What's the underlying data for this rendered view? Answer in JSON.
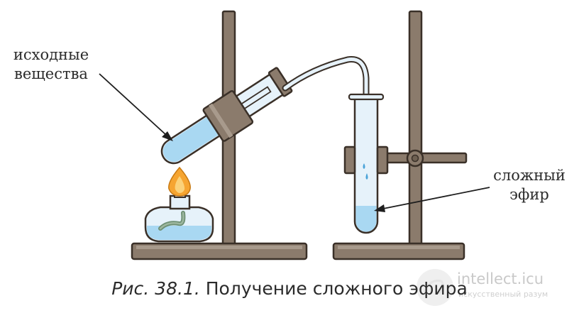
{
  "labels": {
    "reactants": [
      "исходные",
      "вещества"
    ],
    "ester": [
      "сложный",
      "эфир"
    ]
  },
  "caption": {
    "figure": "Рис. 38.1.",
    "text": "Получение сложного эфира"
  },
  "watermark": {
    "site": "intellect.icu",
    "tagline": "искусственный разум"
  },
  "colors": {
    "stand": "#8b7b6c",
    "stand_outline": "#3a3028",
    "glass": "#e6f2fa",
    "liquid": "#a9d8f2",
    "flame": "#f6a531"
  }
}
